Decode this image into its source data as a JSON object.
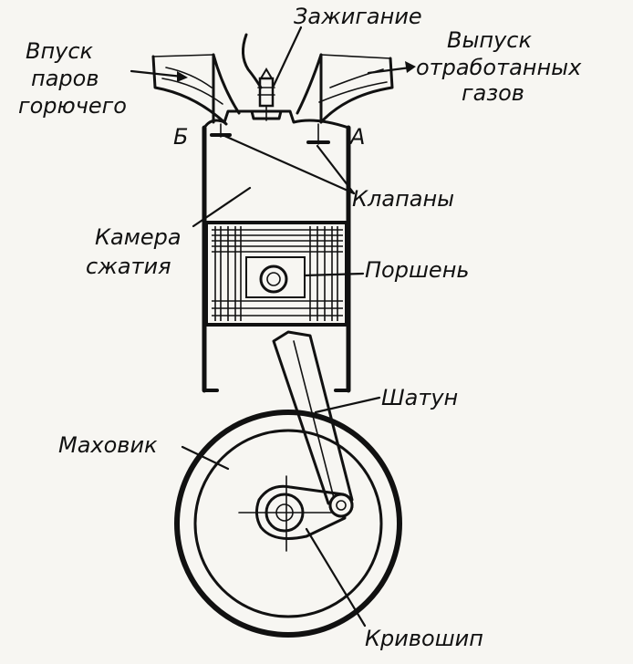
{
  "labels": {
    "ignition": "Зажигание",
    "intake_line1": "Впуск",
    "intake_line2": "паров",
    "intake_line3": "горючего",
    "exhaust_line1": "Выпуск",
    "exhaust_line2": "отработанных",
    "exhaust_line3": "газов",
    "letter_b": "Б",
    "letter_a": "А",
    "valves": "Клапаны",
    "chamber_line1": "Камера",
    "chamber_line2": "сжатия",
    "piston": "Поршень",
    "rod": "Шатун",
    "flywheel": "Маховик",
    "crank": "Кривошип"
  }
}
